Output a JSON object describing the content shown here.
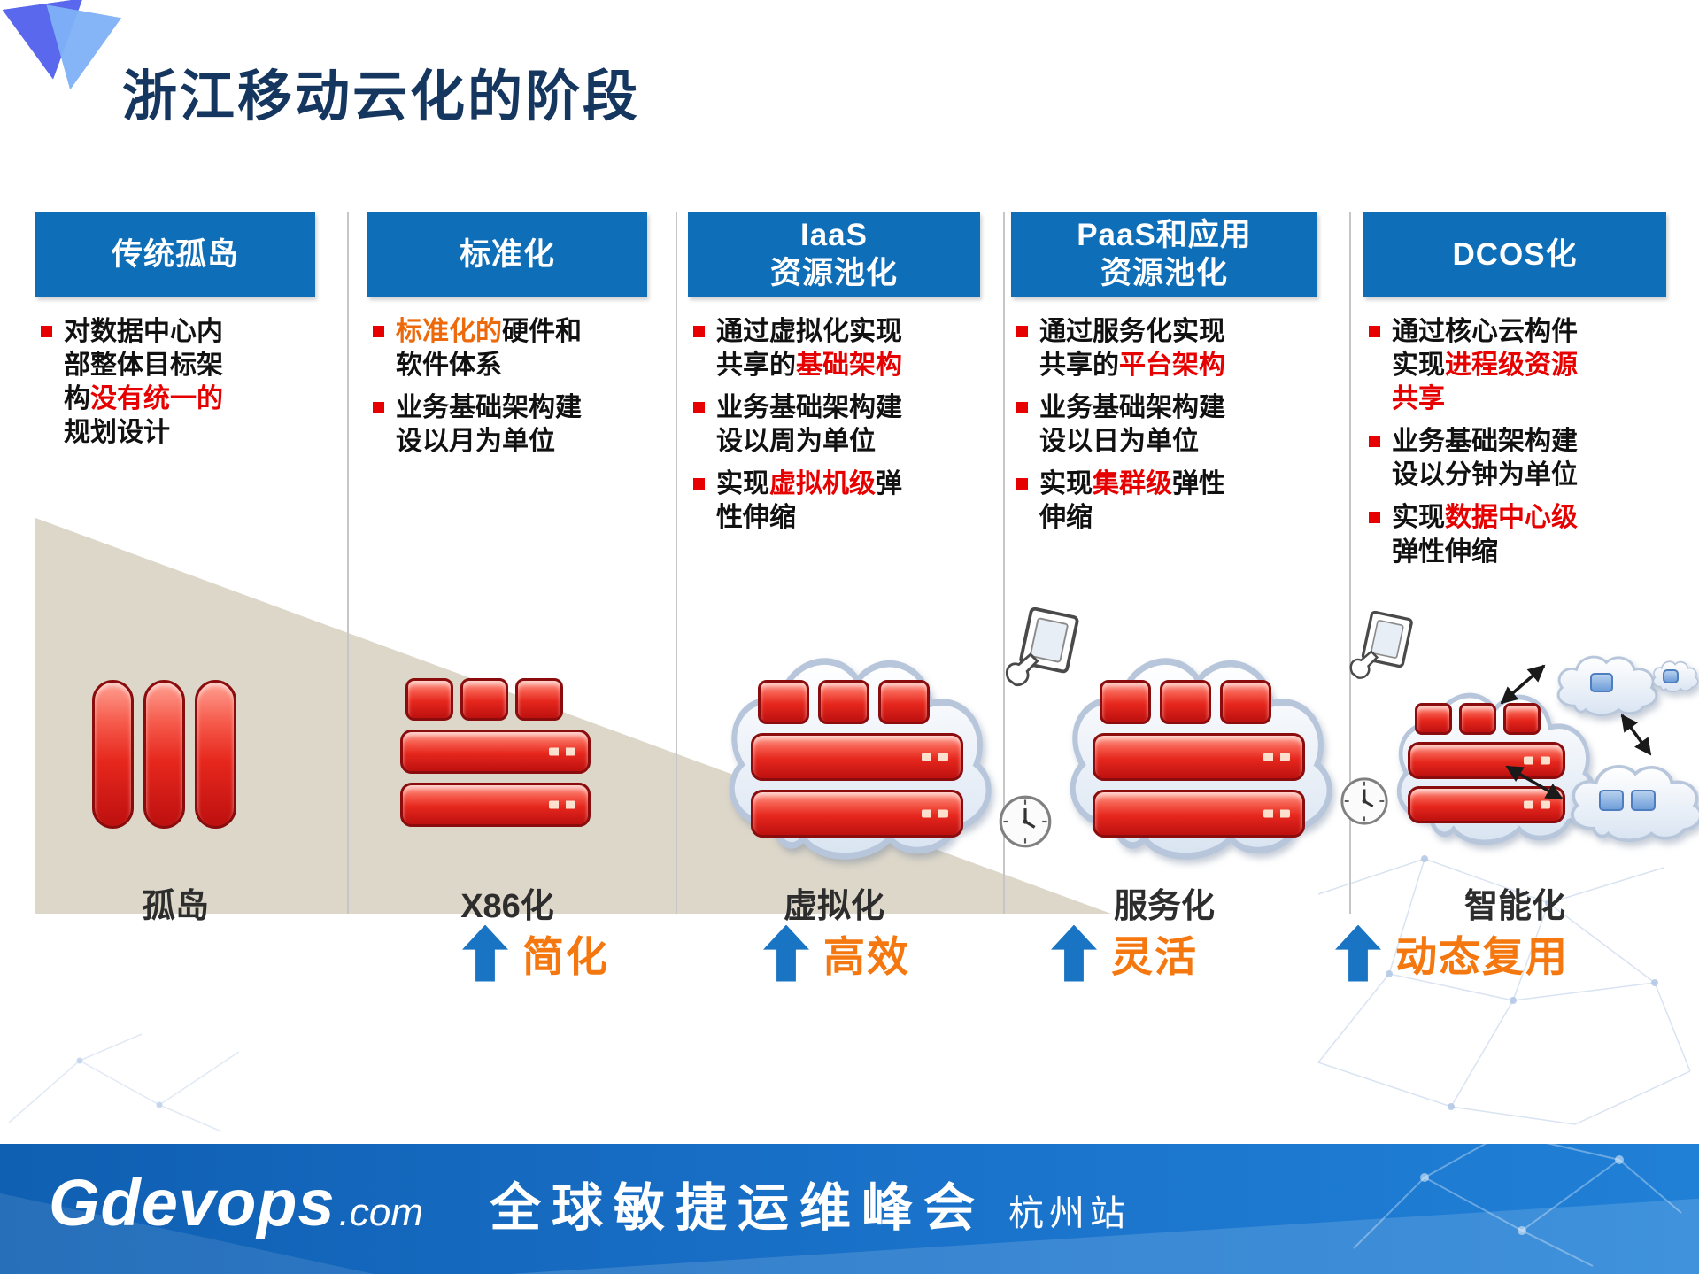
{
  "page": {
    "title": "浙江移动云化的阶段"
  },
  "columns": [
    {
      "header": "传统孤岛",
      "bullets": [
        {
          "segments": [
            {
              "t": "对数据中心内部整体目标架构",
              "h": ""
            },
            {
              "t": "没有统一的",
              "h": "red"
            },
            {
              "t": "规划设计",
              "h": ""
            }
          ]
        }
      ],
      "label": "孤岛",
      "arrow_label": ""
    },
    {
      "header": "标准化",
      "bullets": [
        {
          "segments": [
            {
              "t": "标准化的",
              "h": "orange"
            },
            {
              "t": "硬件和软件体系",
              "h": ""
            }
          ]
        },
        {
          "segments": [
            {
              "t": "业务基础架构建设以月为单位",
              "h": ""
            }
          ]
        }
      ],
      "label": "X86化",
      "arrow_label": "简化"
    },
    {
      "header": "IaaS\n资源池化",
      "bullets": [
        {
          "segments": [
            {
              "t": "通过虚拟化实现共享的",
              "h": ""
            },
            {
              "t": "基础架构",
              "h": "red"
            }
          ]
        },
        {
          "segments": [
            {
              "t": "业务基础架构建设以周为单位",
              "h": ""
            }
          ]
        },
        {
          "segments": [
            {
              "t": "实现",
              "h": ""
            },
            {
              "t": "虚拟机级",
              "h": "red"
            },
            {
              "t": "弹性伸缩",
              "h": ""
            }
          ]
        }
      ],
      "label": "虚拟化",
      "arrow_label": "高效"
    },
    {
      "header": "PaaS和应用\n资源池化",
      "bullets": [
        {
          "segments": [
            {
              "t": "通过服务化实现共享的",
              "h": ""
            },
            {
              "t": "平台架构",
              "h": "red"
            }
          ]
        },
        {
          "segments": [
            {
              "t": "业务基础架构建设以日为单位",
              "h": ""
            }
          ]
        },
        {
          "segments": [
            {
              "t": "实现",
              "h": ""
            },
            {
              "t": "集群级",
              "h": "red"
            },
            {
              "t": "弹性伸缩",
              "h": ""
            }
          ]
        }
      ],
      "label": "服务化",
      "arrow_label": "灵活"
    },
    {
      "header": "DCOS化",
      "bullets": [
        {
          "segments": [
            {
              "t": "通过核心云构件实现",
              "h": ""
            },
            {
              "t": "进程级资源共享",
              "h": "red"
            }
          ]
        },
        {
          "segments": [
            {
              "t": "业务基础架构建设以分钟为单位",
              "h": ""
            }
          ]
        },
        {
          "segments": [
            {
              "t": "实现",
              "h": ""
            },
            {
              "t": "数据中心级",
              "h": "red"
            },
            {
              "t": "弹性伸缩",
              "h": ""
            }
          ]
        }
      ],
      "label": "智能化",
      "arrow_label": "动态复用"
    }
  ],
  "footer": {
    "brand": "Gdevops",
    "brand_suffix": ".com",
    "tagline": "全球敏捷运维峰会",
    "location": "杭州站"
  },
  "icons": {
    "bullet_marker": "red-square",
    "up_arrow": "solid-up-arrow",
    "cloud": "cloud-shape",
    "clock": "clock-face",
    "monitor_hand": "hand-pointing-at-screen",
    "double_arrow": "double-headed-arrow",
    "server_blocks": "red-server-blocks",
    "logo": "two-overlapping-triangles"
  },
  "colors": {
    "title_navy": "#15365f",
    "header_blue": "#0e6eb8",
    "red_highlight": "#e60000",
    "orange_highlight": "#ed6a0c",
    "arrow_blue": "#1a74c4",
    "caption_orange": "#f4780f",
    "beige_triangle": "#ddd7c9",
    "footer_blue": "#1b74cc"
  }
}
